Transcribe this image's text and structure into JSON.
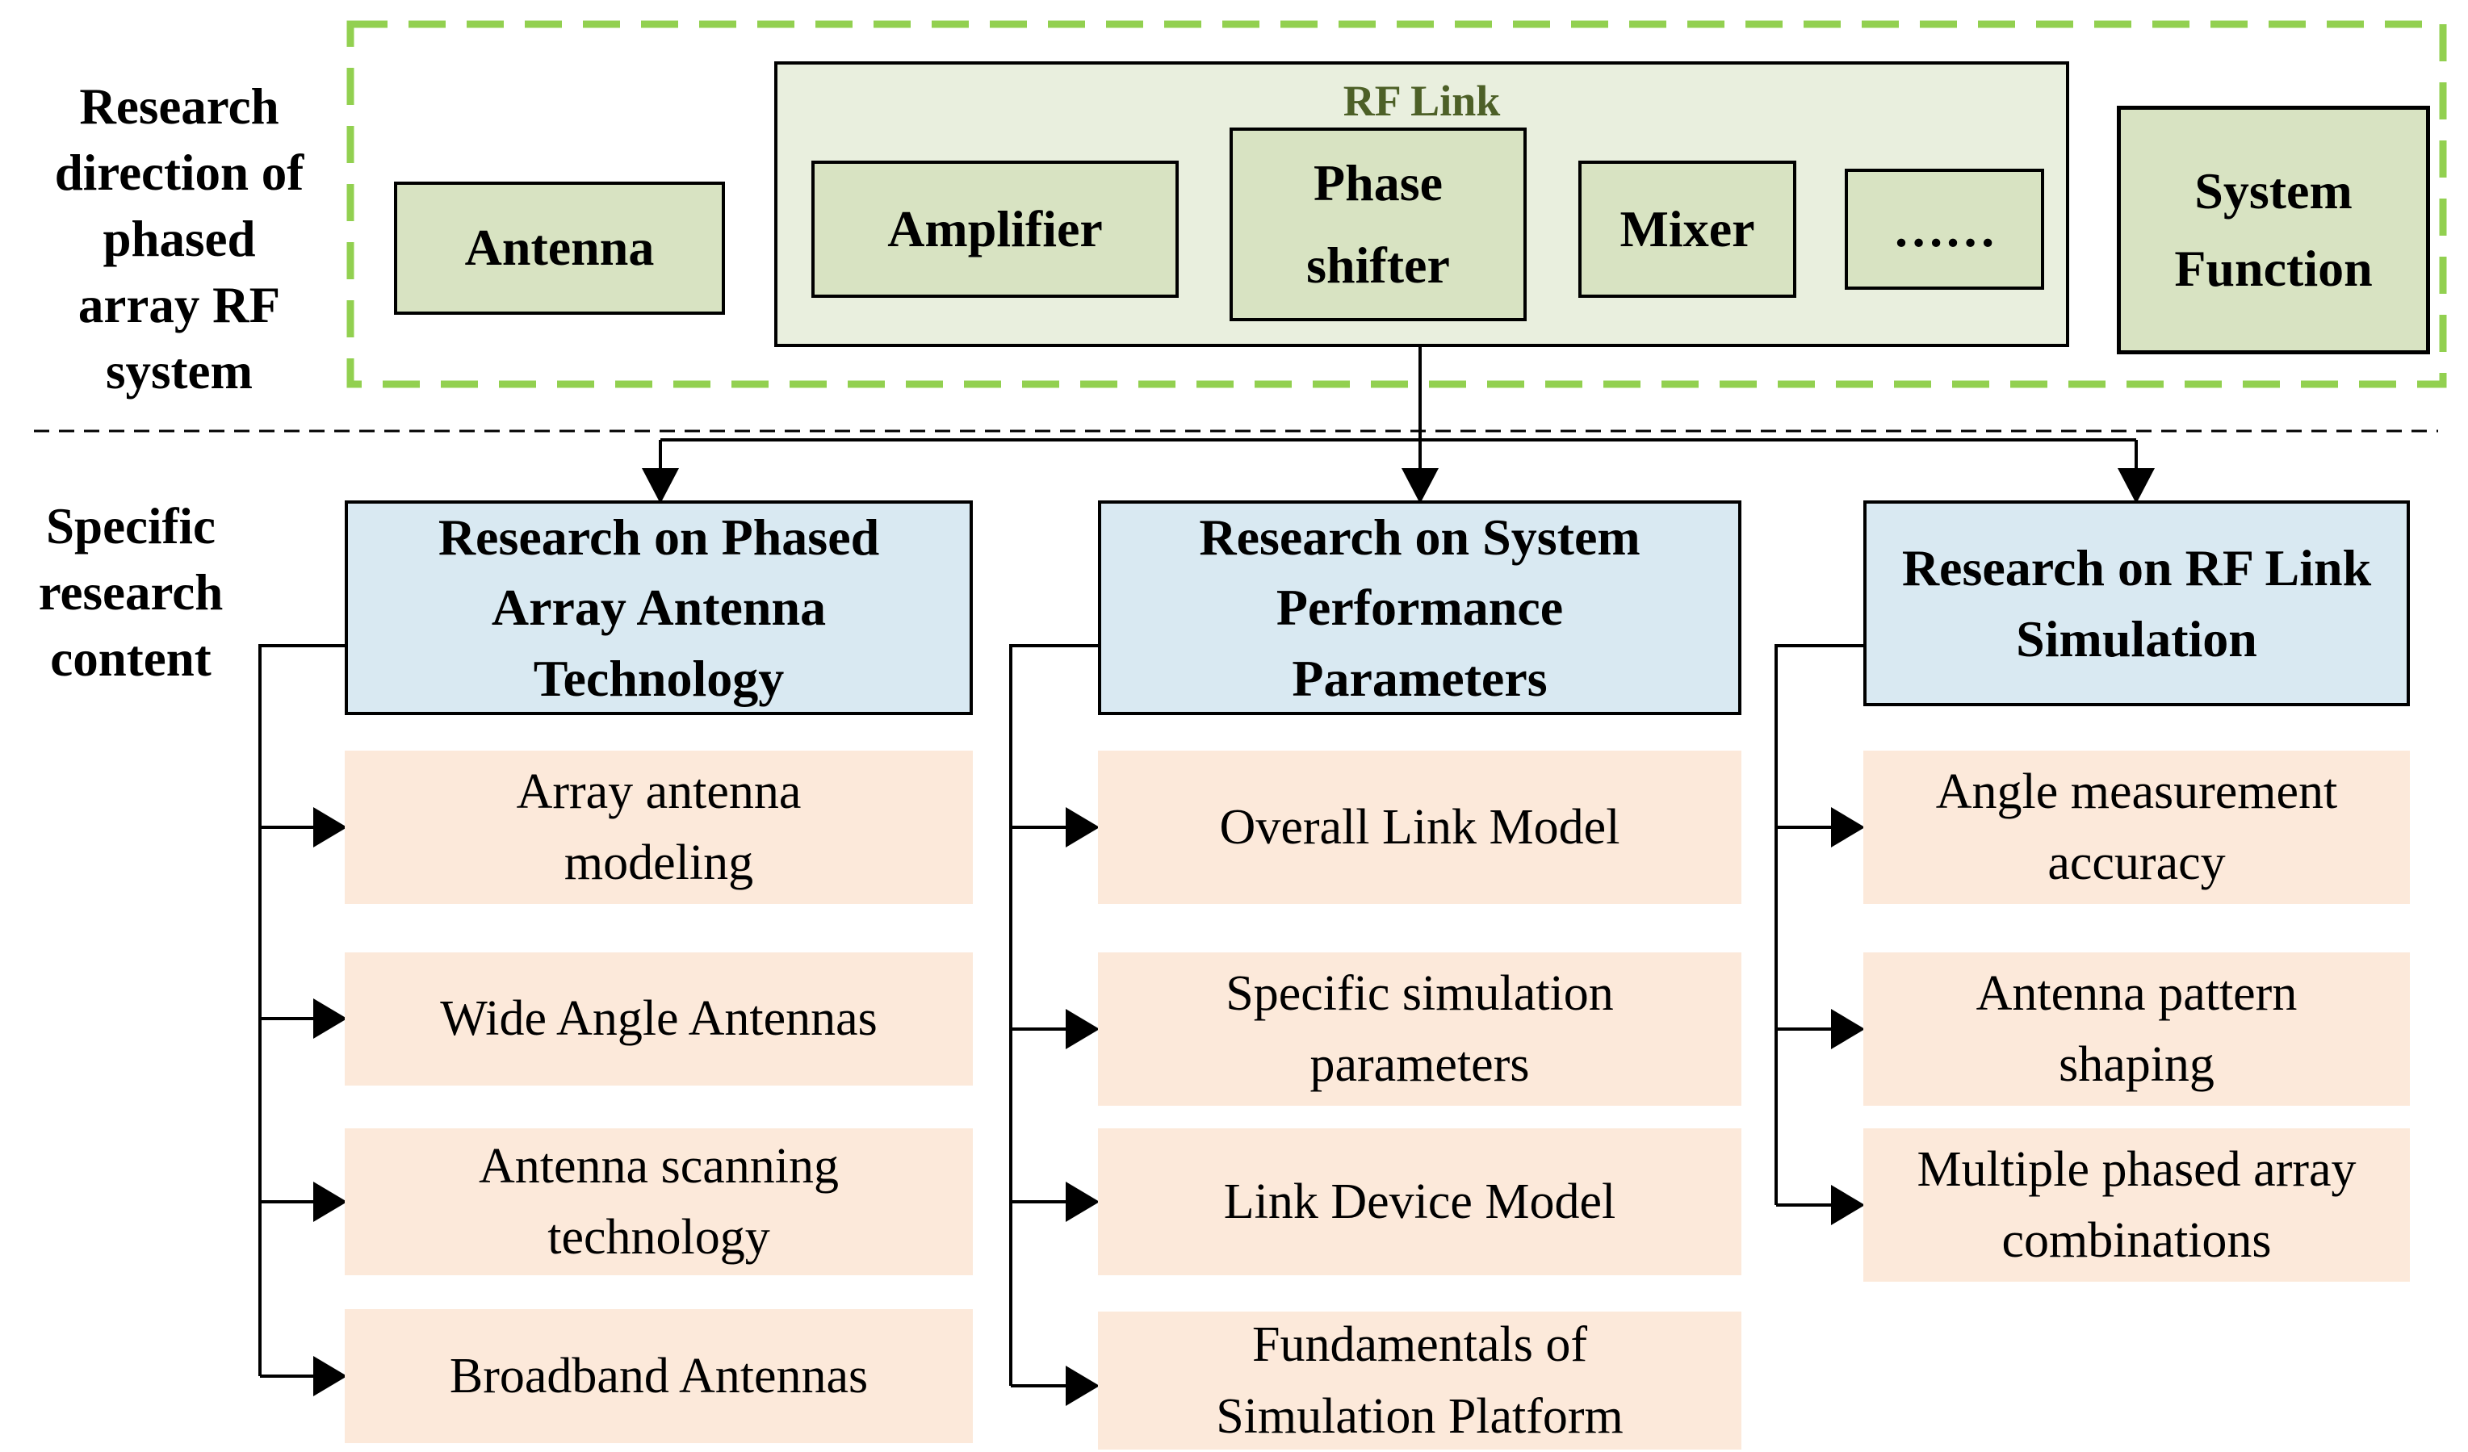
{
  "section_labels": {
    "top_lines": [
      "Research",
      "direction of",
      "phased",
      "array RF",
      "system"
    ],
    "bottom_lines": [
      "Specific",
      "research",
      "content"
    ]
  },
  "rf_system": {
    "title": "RF Link",
    "antenna": "Antenna",
    "amplifier": "Amplifier",
    "phase_shifter_lines": [
      "Phase",
      "shifter"
    ],
    "mixer": "Mixer",
    "ellipsis": "……",
    "system_function_lines": [
      "System",
      "Function"
    ]
  },
  "branches": [
    {
      "header_lines": [
        "Research on Phased",
        "Array Antenna",
        "Technology"
      ],
      "items": [
        {
          "lines": [
            "Array antenna",
            "modeling"
          ]
        },
        {
          "lines": [
            "Wide Angle Antennas"
          ]
        },
        {
          "lines": [
            "Antenna scanning",
            "technology"
          ]
        },
        {
          "lines": [
            "Broadband Antennas"
          ]
        }
      ]
    },
    {
      "header_lines": [
        "Research on System",
        "Performance",
        "Parameters"
      ],
      "items": [
        {
          "lines": [
            "Overall Link Model"
          ]
        },
        {
          "lines": [
            "Specific simulation",
            "parameters"
          ]
        },
        {
          "lines": [
            "Link Device Model"
          ]
        },
        {
          "lines": [
            "Fundamentals of",
            "Simulation Platform"
          ]
        }
      ]
    },
    {
      "header_lines": [
        "Research on RF Link",
        "Simulation"
      ],
      "items": [
        {
          "lines": [
            "Angle measurement",
            "accuracy"
          ]
        },
        {
          "lines": [
            "Antenna pattern",
            "shaping"
          ]
        },
        {
          "lines": [
            "Multiple phased array",
            "combinations"
          ]
        }
      ]
    }
  ],
  "colors": {
    "dashed_frame_green": "#92d050",
    "rf_panel_fill": "#e9efde",
    "component_fill": "#d8e3c2",
    "branch_header_fill": "#d9e9f2",
    "item_fill": "#fce9da",
    "rf_title_text": "#4d6027",
    "line_black": "#000000"
  }
}
